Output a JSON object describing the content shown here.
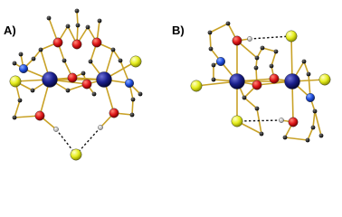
{
  "panels": [
    {
      "id": "A",
      "label": "A)"
    },
    {
      "id": "B",
      "label": "B)"
    }
  ],
  "colors": {
    "background": "#ffffff",
    "bond": "#c9a227",
    "metal": "#1a1f8c",
    "oxygen": "#e0191b",
    "nitrogen": "#1f4fe0",
    "halogen": "#e6ee1e",
    "carbon": "#1a1a1a",
    "hydrogen": "#dddddd",
    "hbond": "#111111"
  },
  "legend": []
}
